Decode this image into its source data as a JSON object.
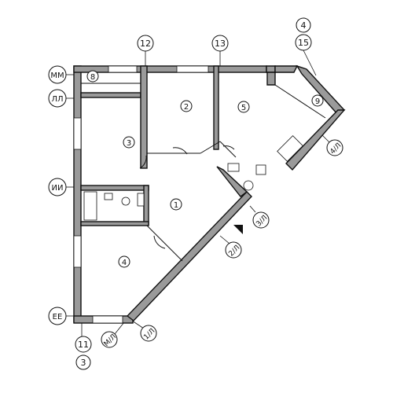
{
  "axis_labels": {
    "top_12": "12",
    "top_13": "13",
    "top_15": "15",
    "top_4": "4",
    "left_mm": "ММ",
    "left_ll": "ЛЛ",
    "left_ii": "ИИ",
    "left_ee": "ЕЕ",
    "bottom_11": "11",
    "bottom_3": "3",
    "diag_4l": "4/Л",
    "diag_3l": "3/Л",
    "diag_2l": "2/Л",
    "diag_1l": "1/Л",
    "diag_ml": "М/Л"
  },
  "rooms": {
    "r1": "1",
    "r2": "2",
    "r3": "3",
    "r4": "4",
    "r5": "5",
    "r8": "8",
    "r9": "9"
  },
  "colors": {
    "wall_fill": "#9a9a9a",
    "line": "#111111"
  }
}
